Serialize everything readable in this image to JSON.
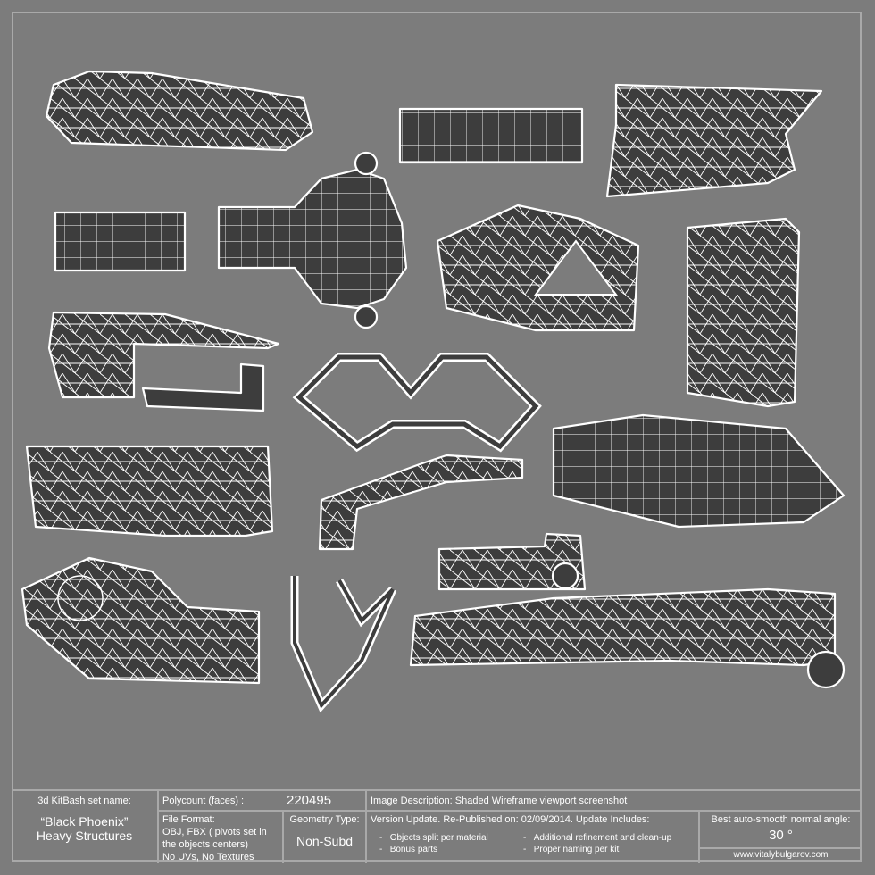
{
  "info_panel": {
    "set_name_label": "3d KitBash set name:",
    "set_name_line1": "“Black Phoenix”",
    "set_name_line2": "Heavy Structures",
    "polycount_label": "Polycount (faces) :",
    "polycount_value": "220495",
    "image_description": "Image Description: Shaded Wireframe viewport screenshot",
    "file_format_label": "File Format:",
    "file_format_line1": "OBJ, FBX ( pivots set in",
    "file_format_line2": "the objects centers)",
    "file_format_line3": "No UVs, No Textures",
    "geometry_type_label": "Geometry Type:",
    "geometry_type_value": "Non-Subd",
    "version_update": "Version Update. Re-Published on: 02/09/2014. Update Includes:",
    "updates": [
      "Objects split per material",
      "Bonus parts",
      "Additional refinement and clean-up",
      "Proper naming per kit"
    ],
    "bullet": "-",
    "smooth_angle_label": "Best auto-smooth normal angle:",
    "smooth_angle_value": "30 °",
    "website": "www.vitalybulgarov.com"
  },
  "colors": {
    "background": "#7c7c7c",
    "mesh_fill": "#3d3d3d",
    "wire": "#ffffff",
    "border": "#a9a9a9"
  }
}
